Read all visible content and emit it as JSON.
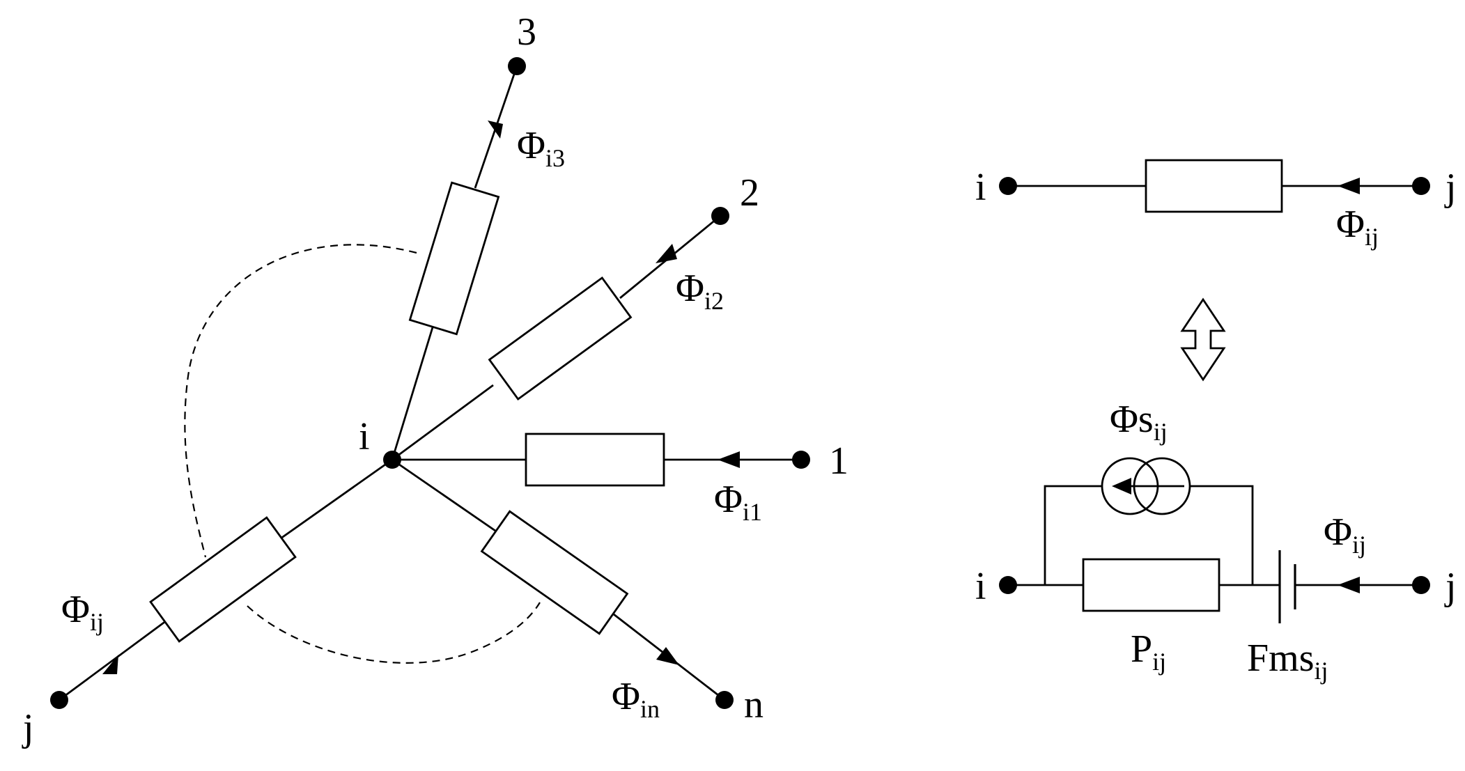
{
  "colors": {
    "ink": "#000000",
    "background": "#ffffff"
  },
  "star": {
    "center_label": "i",
    "branches": [
      {
        "node_label": "3",
        "flux_symbol": "Φ",
        "flux_sub": "i3"
      },
      {
        "node_label": "2",
        "flux_symbol": "Φ",
        "flux_sub": "i2"
      },
      {
        "node_label": "1",
        "flux_symbol": "Φ",
        "flux_sub": "i1"
      },
      {
        "node_label": "n",
        "flux_symbol": "Φ",
        "flux_sub": "in"
      },
      {
        "node_label": "j",
        "flux_symbol": "Φ",
        "flux_sub": "ij"
      }
    ]
  },
  "top_branch": {
    "left_label": "i",
    "right_label": "j",
    "flux_symbol": "Φ",
    "flux_sub": "ij"
  },
  "equivalence_icon": "double-vertical-arrow-icon",
  "equivalent_circuit": {
    "left_label": "i",
    "right_label": "j",
    "source_symbol": "Φs",
    "source_sub": "ij",
    "flux_symbol": "Φ",
    "flux_sub": "ij",
    "permeance_symbol": "P",
    "permeance_sub": "ij",
    "mmf_symbol": "Fms",
    "mmf_sub": "ij"
  }
}
